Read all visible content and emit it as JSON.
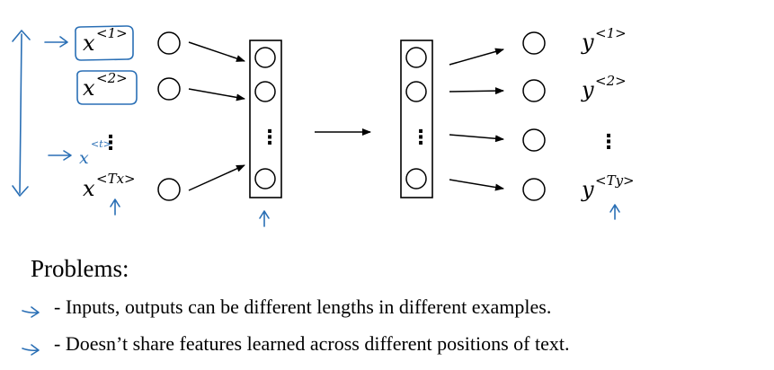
{
  "diagram": {
    "inputs": [
      {
        "base": "x",
        "sup": "<1>"
      },
      {
        "base": "x",
        "sup": "<2>"
      },
      {
        "base": "x",
        "sup": "<Tx>"
      }
    ],
    "outputs": [
      {
        "base": "y",
        "sup": "<1>"
      },
      {
        "base": "y",
        "sup": "<2>"
      },
      {
        "base": "y",
        "sup": "<Ty>"
      }
    ],
    "ellipsis": "⋮",
    "handwritten_annotation": {
      "base": "x",
      "sup": "<t>"
    },
    "ink_color": "#2a6fb5"
  },
  "notes": {
    "heading": "Problems:",
    "items": [
      "- Inputs, outputs can be different lengths in different examples.",
      "- Doesn’t share features learned across different positions of text."
    ]
  }
}
